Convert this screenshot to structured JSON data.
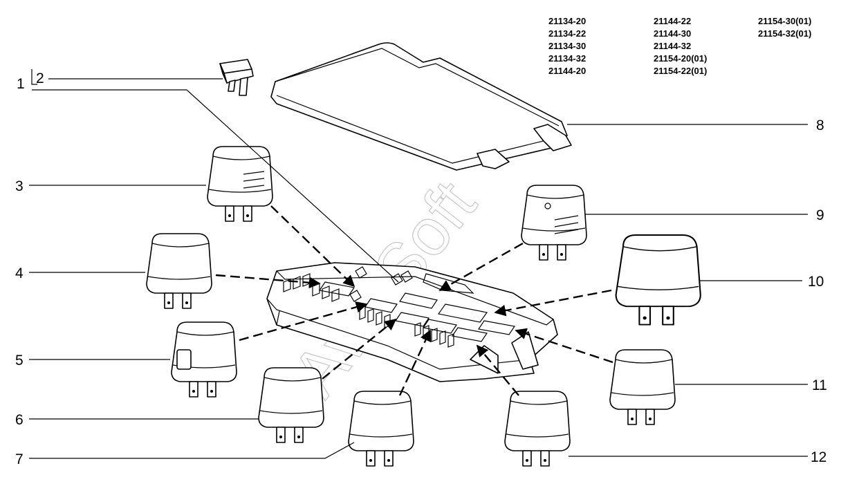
{
  "model_codes": {
    "columns": [
      [
        "21134-20",
        "21134-22",
        "21134-30",
        "21134-32",
        "21144-20"
      ],
      [
        "21144-22",
        "21144-30",
        "21144-32",
        "21154-20(01)",
        "21154-22(01)"
      ],
      [
        "21154-30(01)",
        "21154-32(01)"
      ]
    ]
  },
  "callouts": [
    "1",
    "2",
    "3",
    "4",
    "5",
    "6",
    "7",
    "8",
    "9",
    "10",
    "11",
    "12"
  ],
  "watermark": "AvtoSoft",
  "parts": {
    "fuse": "fuse-icon",
    "cover": "fuse-box-cover-icon",
    "mounting_block": "mounting-block-icon",
    "relay": "relay-icon"
  },
  "colors": {
    "line": "#000000",
    "watermark": "#9a9a9a",
    "background": "#ffffff"
  }
}
